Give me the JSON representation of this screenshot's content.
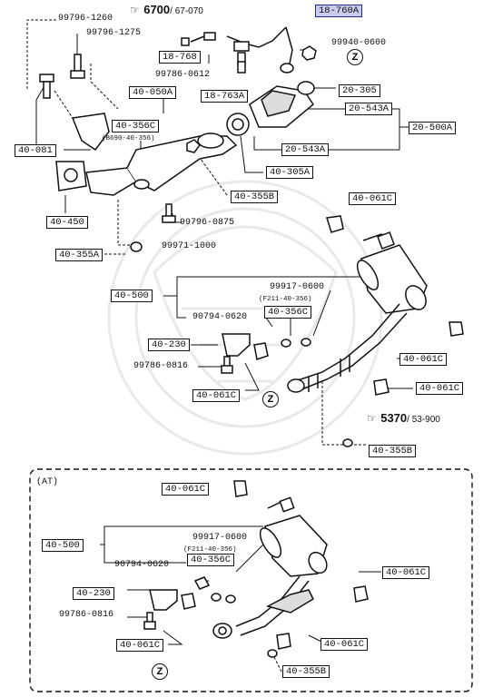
{
  "parts": {
    "p99796_1260": "99796-1260",
    "p99796_1275": "99796-1275",
    "p99940_0600": "99940-0600",
    "p99786_0612": "99786-0612",
    "p99796_0875": "99796-0875",
    "p99971_1000": "99971-1000",
    "p99917_0600_a": "99917-0600",
    "f211_a": "(F211-40-356)",
    "p90794_0620_a": "90794-0620",
    "p99786_0816_a": "99786-0816",
    "p99917_0600_b": "99917-0600",
    "f211_b": "(F211-40-356)",
    "p90794_0620_b": "90794-0620",
    "p99786_0816_b": "99786-0816",
    "b8690": "(B690-40-356)"
  },
  "boxes": {
    "b18_760A": "18-760A",
    "b18_768": "18-768",
    "b18_763A": "18-763A",
    "b40_050A": "40-050A",
    "b40_356C_a": "40-356C",
    "b40_081": "40-081",
    "b40_450": "40-450",
    "b40_355A": "40-355A",
    "b40_355B_a": "40-355B",
    "b40_305A": "40-305A",
    "b20_305": "20-305",
    "b20_543A_a": "20-543A",
    "b20_543A_b": "20-543A",
    "b20_500A": "20-500A",
    "b40_061C_a": "40-061C",
    "b40_500_a": "40-500",
    "b40_356C_b": "40-356C",
    "b40_230_a": "40-230",
    "b40_061C_b": "40-061C",
    "b40_061C_c": "40-061C",
    "b40_061C_d": "40-061C",
    "b40_355B_b": "40-355B",
    "b40_061C_e": "40-061C",
    "b40_500_b": "40-500",
    "b40_356C_c": "40-356C",
    "b40_230_b": "40-230",
    "b40_061C_f": "40-061C",
    "b40_061C_g": "40-061C",
    "b40_061C_h": "40-061C",
    "b40_355B_c": "40-355B"
  },
  "refs": {
    "r6700_num": "6700",
    "r6700_sub": "/ 67-070",
    "r5370_num": "5370",
    "r5370_sub": "/ 53-900"
  },
  "z_marker": "Z",
  "at_label": "(AT)"
}
